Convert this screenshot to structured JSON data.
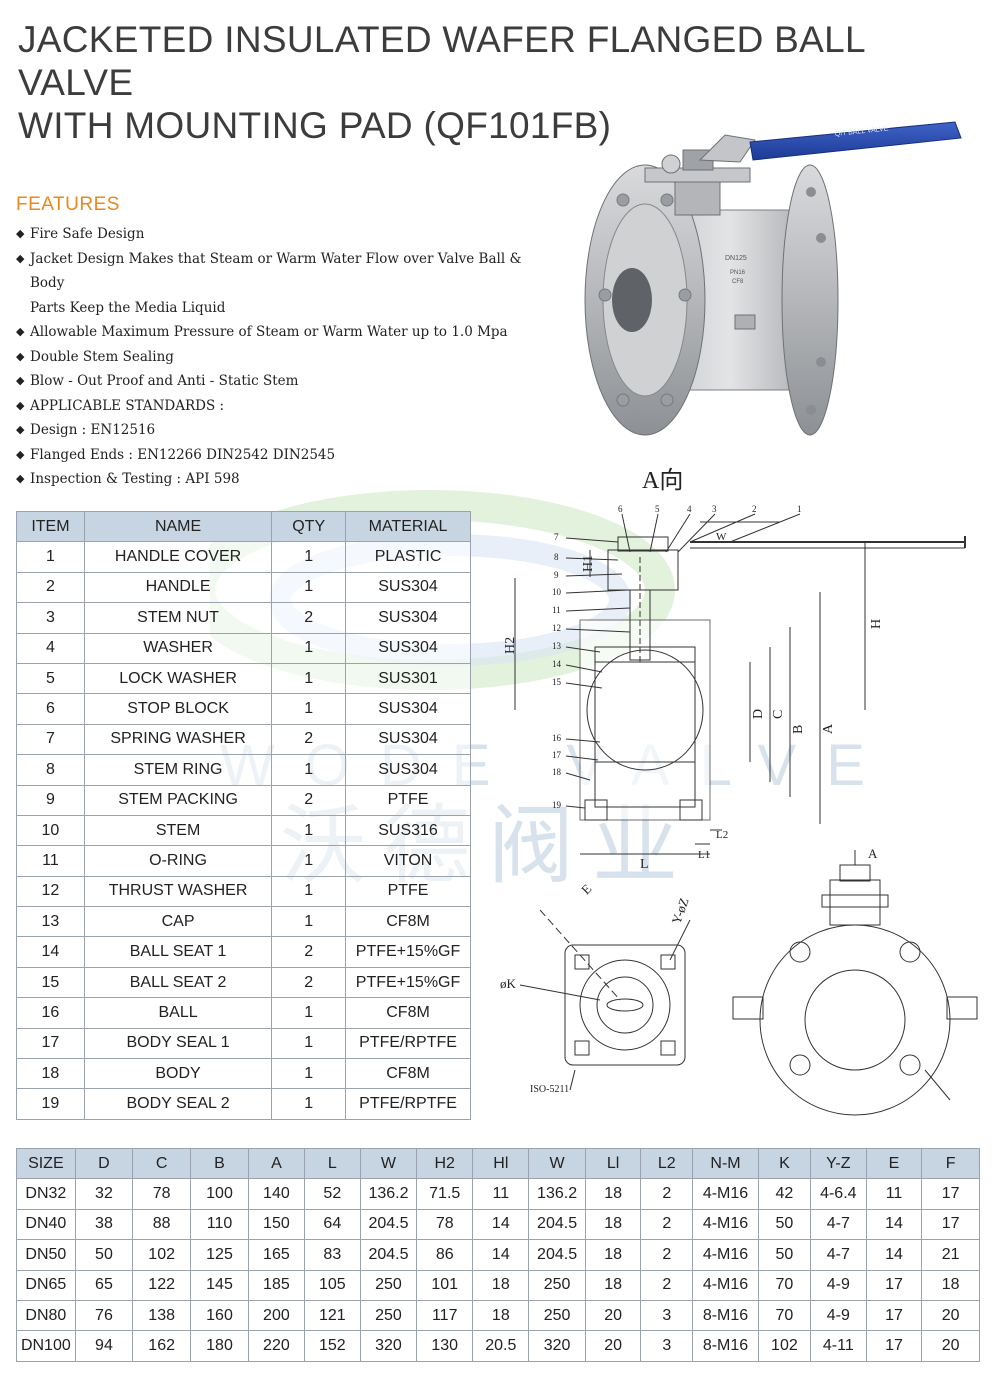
{
  "title_line1": "JACKETED INSULATED WAFER FLANGED BALL VALVE",
  "title_line2": "WITH MOUNTING PAD (QF101FB)",
  "features": {
    "heading": "FEATURES",
    "items": [
      "Fire Safe Design",
      "Jacket Design Makes that Steam or Warm Water Flow over Valve Ball & Body",
      "Allowable Maximum Pressure of Steam or Warm Water up to 1.0 Mpa",
      "Double Stem Sealing",
      "Blow - Out Proof and Anti - Static Stem",
      "APPLICABLE STANDARDS :",
      "Design : EN12516",
      "Flanged Ends : EN12266 DIN2542 DIN2545",
      "Inspection & Testing : API 598"
    ],
    "continuation": "Parts Keep the Media Liquid"
  },
  "product": {
    "handle_text": "QIT BALL VALVE",
    "body_marks": [
      "DN125",
      "PN16",
      "CF8"
    ]
  },
  "watermark": {
    "latin": "WODE VALVE",
    "chinese": "沃德阀业"
  },
  "drawing": {
    "view_label": "A向",
    "leaders": [
      "1",
      "2",
      "3",
      "4",
      "5",
      "6",
      "7",
      "8",
      "9",
      "10",
      "11",
      "12",
      "13",
      "14",
      "15",
      "16",
      "17",
      "18",
      "19"
    ],
    "dims": {
      "h1": "H1",
      "h": "H",
      "h2": "H2",
      "d": "D",
      "c": "C",
      "b": "B",
      "a": "A",
      "l": "L",
      "l1": "L1",
      "l2": "L2",
      "w": "W",
      "e": "E",
      "yz": "Y-øZ",
      "k": "øK",
      "iso": "ISO-5211",
      "arrow_a": "A"
    }
  },
  "parts_table": {
    "headers": [
      "ITEM",
      "NAME",
      "QTY",
      "MATERIAL"
    ],
    "rows": [
      [
        "1",
        "HANDLE COVER",
        "1",
        "PLASTIC"
      ],
      [
        "2",
        "HANDLE",
        "1",
        "SUS304"
      ],
      [
        "3",
        "STEM NUT",
        "2",
        "SUS304"
      ],
      [
        "4",
        "WASHER",
        "1",
        "SUS304"
      ],
      [
        "5",
        "LOCK WASHER",
        "1",
        "SUS301"
      ],
      [
        "6",
        "STOP BLOCK",
        "1",
        "SUS304"
      ],
      [
        "7",
        "SPRING WASHER",
        "2",
        "SUS304"
      ],
      [
        "8",
        "STEM RING",
        "1",
        "SUS304"
      ],
      [
        "9",
        "STEM PACKING",
        "2",
        "PTFE"
      ],
      [
        "10",
        "STEM",
        "1",
        "SUS316"
      ],
      [
        "11",
        "O-RING",
        "1",
        "VITON"
      ],
      [
        "12",
        "THRUST WASHER",
        "1",
        "PTFE"
      ],
      [
        "13",
        "CAP",
        "1",
        "CF8M"
      ],
      [
        "14",
        "BALL SEAT 1",
        "2",
        "PTFE+15%GF"
      ],
      [
        "15",
        "BALL SEAT 2",
        "2",
        "PTFE+15%GF"
      ],
      [
        "16",
        "BALL",
        "1",
        "CF8M"
      ],
      [
        "17",
        "BODY SEAL 1",
        "1",
        "PTFE/RPTFE"
      ],
      [
        "18",
        "BODY",
        "1",
        "CF8M"
      ],
      [
        "19",
        "BODY SEAL 2",
        "1",
        "PTFE/RPTFE"
      ]
    ]
  },
  "dims_table": {
    "headers": [
      "SIZE",
      "D",
      "C",
      "B",
      "A",
      "L",
      "W",
      "H2",
      "Hl",
      "W",
      "Ll",
      "L2",
      "N-M",
      "K",
      "Y-Z",
      "E",
      "F"
    ],
    "rows": [
      [
        "DN32",
        "32",
        "78",
        "100",
        "140",
        "52",
        "136.2",
        "71.5",
        "11",
        "136.2",
        "18",
        "2",
        "4-M16",
        "42",
        "4-6.4",
        "11",
        "17"
      ],
      [
        "DN40",
        "38",
        "88",
        "110",
        "150",
        "64",
        "204.5",
        "78",
        "14",
        "204.5",
        "18",
        "2",
        "4-M16",
        "50",
        "4-7",
        "14",
        "17"
      ],
      [
        "DN50",
        "50",
        "102",
        "125",
        "165",
        "83",
        "204.5",
        "86",
        "14",
        "204.5",
        "18",
        "2",
        "4-M16",
        "50",
        "4-7",
        "14",
        "21"
      ],
      [
        "DN65",
        "65",
        "122",
        "145",
        "185",
        "105",
        "250",
        "101",
        "18",
        "250",
        "18",
        "2",
        "4-M16",
        "70",
        "4-9",
        "17",
        "18"
      ],
      [
        "DN80",
        "76",
        "138",
        "160",
        "200",
        "121",
        "250",
        "117",
        "18",
        "250",
        "20",
        "3",
        "8-M16",
        "70",
        "4-9",
        "17",
        "20"
      ],
      [
        "DN100",
        "94",
        "162",
        "180",
        "220",
        "152",
        "320",
        "130",
        "20.5",
        "320",
        "20",
        "3",
        "8-M16",
        "102",
        "4-11",
        "17",
        "20"
      ]
    ]
  }
}
